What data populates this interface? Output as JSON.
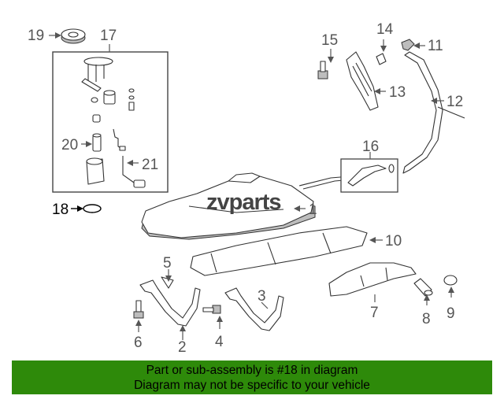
{
  "logo": {
    "text": "zvparts"
  },
  "callouts": {
    "c1": "1",
    "c2": "2",
    "c3": "3",
    "c4": "4",
    "c5": "5",
    "c6": "6",
    "c7": "7",
    "c8": "8",
    "c9": "9",
    "c10": "10",
    "c11": "11",
    "c12": "12",
    "c13": "13",
    "c14": "14",
    "c15": "15",
    "c16": "16",
    "c17": "17",
    "c18": "18",
    "c19": "19",
    "c20": "20",
    "c21": "21"
  },
  "banner": {
    "line1": "Part or sub-assembly is #18 in diagram",
    "line2": "Diagram may not be specific to your vehicle",
    "color": "#2e8a0a"
  }
}
